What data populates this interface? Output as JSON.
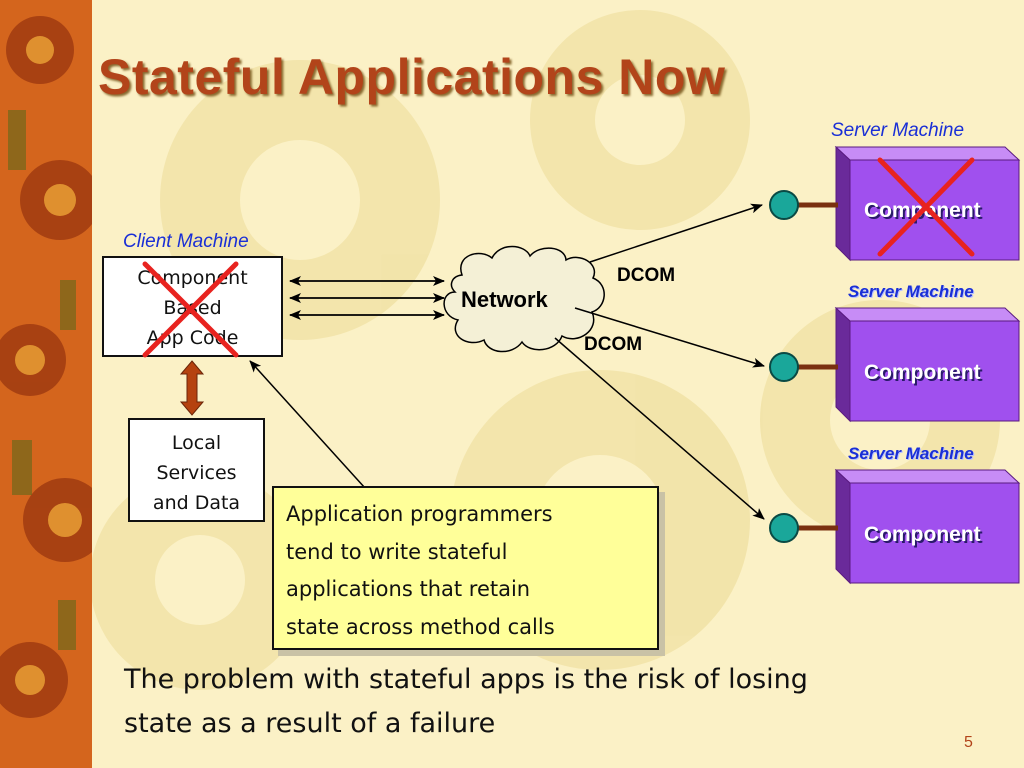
{
  "slide": {
    "title": "Stateful Applications Now",
    "page_number": "5"
  },
  "client": {
    "machine_label": "Client Machine",
    "box_lines": [
      "Component",
      "Based",
      "App Code"
    ],
    "local_lines": [
      "Local",
      "Services",
      "and Data"
    ]
  },
  "network": {
    "label": "Network",
    "dcom_top": "DCOM",
    "dcom_bottom": "DCOM"
  },
  "servers": [
    {
      "machine_label": "Server Machine",
      "component_label": "Component",
      "failed": true
    },
    {
      "machine_label": "Server Machine",
      "component_label": "Component",
      "failed": false
    },
    {
      "machine_label": "Server Machine",
      "component_label": "Component",
      "failed": false
    }
  ],
  "note": {
    "lines": [
      "Application programmers",
      "tend to write stateful",
      "applications that retain",
      "state across method calls"
    ]
  },
  "footer_text": {
    "lines": [
      "The problem with stateful apps is the risk of losing",
      "state as a result of a failure"
    ]
  },
  "colors": {
    "title": "#b2441a",
    "label_blue": "#1a2fd6",
    "component_purple": "#a050ee",
    "fail_cross": "#e8231f",
    "note_yellow": "#ffff99",
    "connector_teal": "#1aa79a",
    "arrow_brown": "#b5420f"
  }
}
